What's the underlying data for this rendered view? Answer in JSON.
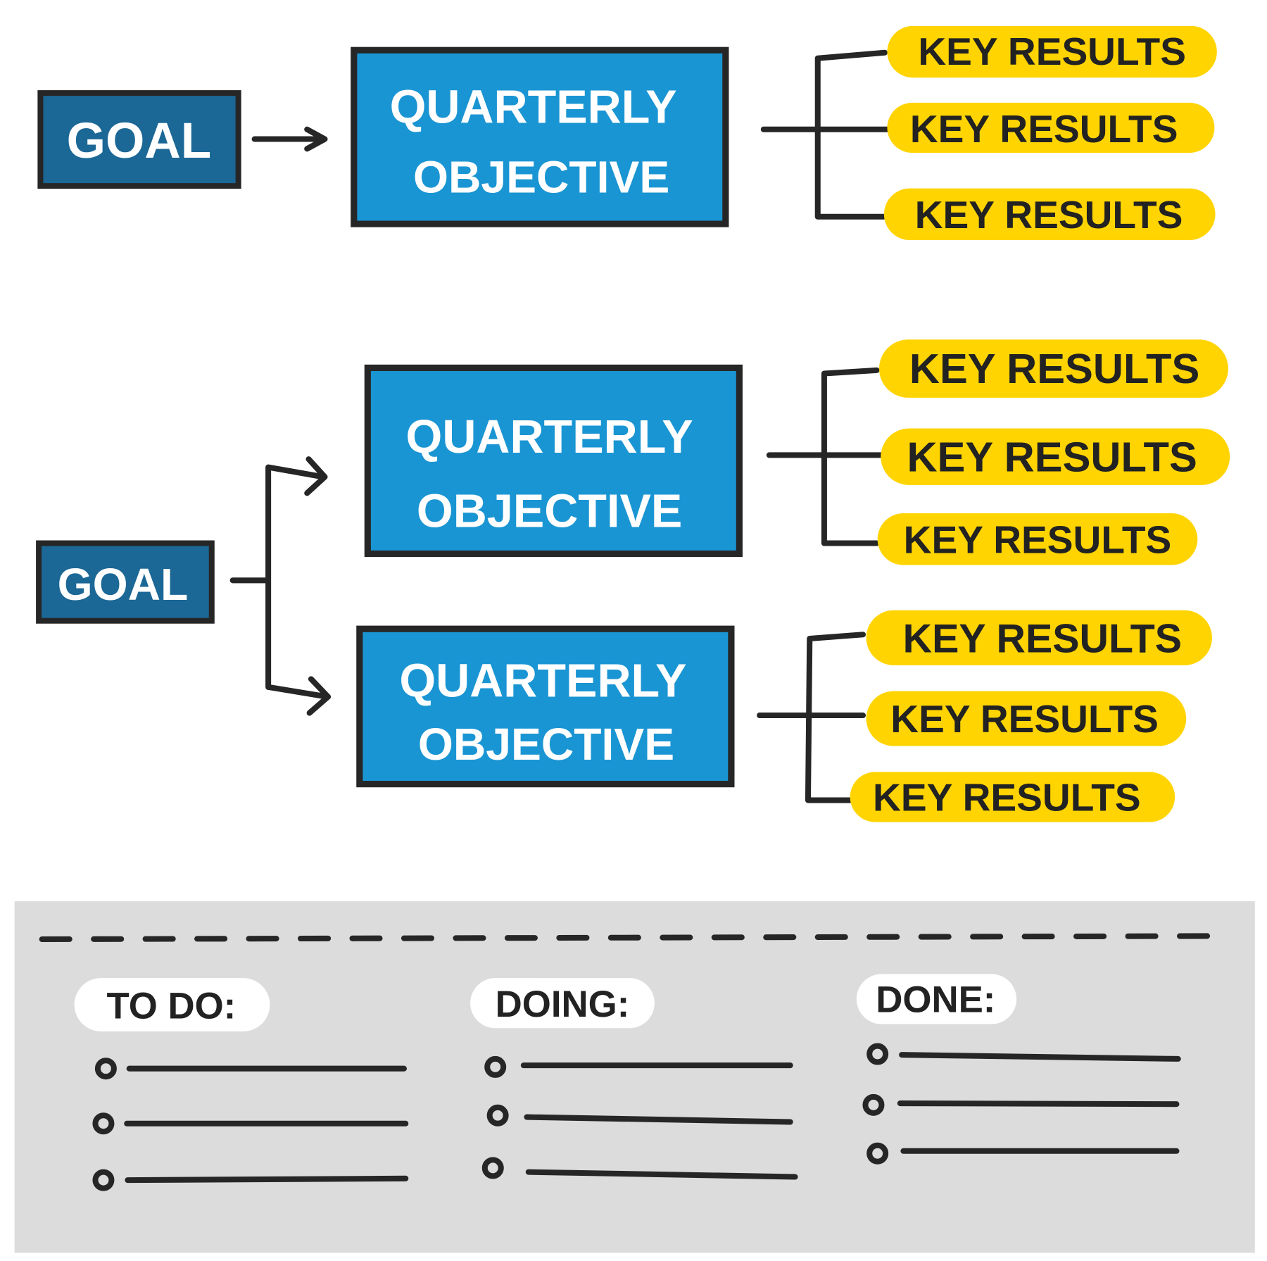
{
  "colors": {
    "goal": "#1b6796",
    "objective": "#1a95d3",
    "key_result": "#ffd400",
    "panel": "#dcdcdc",
    "ink": "#262626"
  },
  "diagram_1": {
    "goal": "GOAL",
    "objective": {
      "line1": "QUARTERLY",
      "line2": "OBJECTIVE"
    },
    "key_results": [
      "KEY RESULTS",
      "KEY RESULTS",
      "KEY RESULTS"
    ]
  },
  "diagram_2": {
    "goal": "GOAL",
    "objectives": [
      {
        "line1": "QUARTERLY",
        "line2": "OBJECTIVE",
        "key_results": [
          "KEY RESULTS",
          "KEY RESULTS",
          "KEY RESULTS"
        ]
      },
      {
        "line1": "QUARTERLY",
        "line2": "OBJECTIVE",
        "key_results": [
          "KEY RESULTS",
          "KEY RESULTS",
          "KEY RESULTS"
        ]
      }
    ]
  },
  "board": {
    "columns": [
      {
        "title": "TO DO:",
        "item_count": 3
      },
      {
        "title": "DOING:",
        "item_count": 3
      },
      {
        "title": "DONE:",
        "item_count": 3
      }
    ]
  }
}
